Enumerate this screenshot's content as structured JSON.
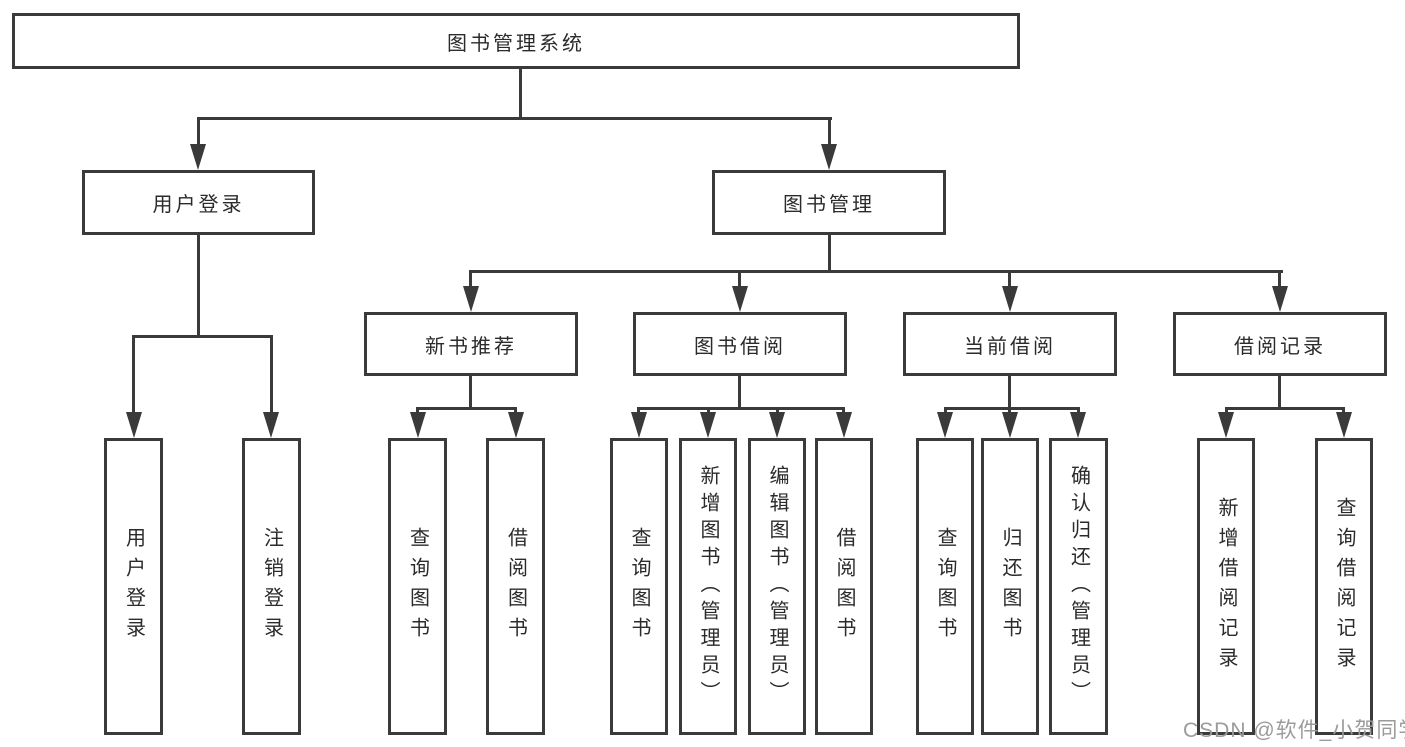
{
  "tree": {
    "label": "图书管理系统",
    "children": [
      {
        "label": "用户登录",
        "children": [
          {
            "label": "用户登录"
          },
          {
            "label": "注销登录"
          }
        ]
      },
      {
        "label": "图书管理",
        "children": [
          {
            "label": "新书推荐",
            "children": [
              {
                "label": "查询图书"
              },
              {
                "label": "借阅图书"
              }
            ]
          },
          {
            "label": "图书借阅",
            "children": [
              {
                "label": "查询图书"
              },
              {
                "label": "新增图书（管理员）"
              },
              {
                "label": "编辑图书（管理员）"
              },
              {
                "label": "借阅图书"
              }
            ]
          },
          {
            "label": "当前借阅",
            "children": [
              {
                "label": "查询图书"
              },
              {
                "label": "归还图书"
              },
              {
                "label": "确认归还（管理员）"
              }
            ]
          },
          {
            "label": "借阅记录",
            "children": [
              {
                "label": "新增借阅记录"
              },
              {
                "label": "查询借阅记录"
              }
            ]
          }
        ]
      }
    ]
  },
  "watermark": {
    "text": "CSDN @软件_小贺同学"
  },
  "colors": {
    "line": "#3a3a3a",
    "text": "#2b2b2b",
    "watermark": "#9b9b9b",
    "background": "#ffffff"
  }
}
